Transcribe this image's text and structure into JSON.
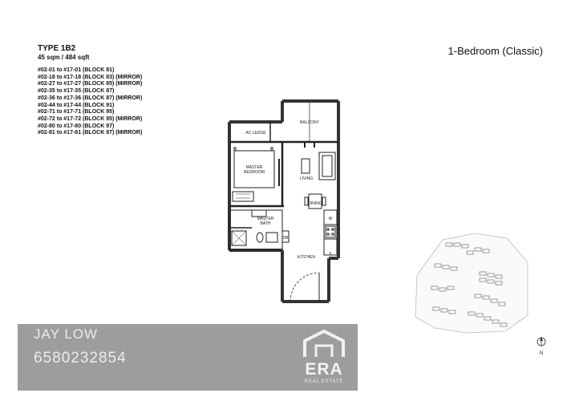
{
  "header": {
    "type_title": "TYPE 1B2",
    "area": "45 sqm / 484 sqft",
    "plan_type": "1-Bedroom (Classic)"
  },
  "units": [
    "#02-01 to #17-01 (BLOCK 81)",
    "#02-18 to #17-18 (BLOCK 83) (MIRROR)",
    "#02-27 to #17-27 (BLOCK 85) (MIRROR)",
    "#02-35 to #17-35 (BLOCK 87)",
    "#02-36 to #17-36 (BLOCK 87) (MIRROR)",
    "#02-44 to #17-44 (BLOCK 91)",
    "#02-71 to #17-71 (BLOCK 95)",
    "#02-72 to #17-72 (BLOCK 95) (MIRROR)",
    "#02-80 to #17-80 (BLOCK 97)",
    "#02-81 to #17-81 (BLOCK 97) (MIRROR)"
  ],
  "floorplan": {
    "rooms": {
      "ac_ledge": "AC LEDGE",
      "balcony": "BALCONY",
      "master_bedroom_1": "MASTER",
      "master_bedroom_2": "BEDROOM",
      "living": "LIVING",
      "dining": "DINING",
      "master_bath_1": "MASTER",
      "master_bath_2": "BATH",
      "kitchen": "KITCHEN",
      "db": "DB",
      "w": "W",
      "f": "F"
    }
  },
  "siteplan": {
    "north_label": "N"
  },
  "agent": {
    "name": "JAY LOW",
    "phone": "6580232854",
    "logo_text": "ERA",
    "logo_sub": "REAL ESTATE"
  }
}
